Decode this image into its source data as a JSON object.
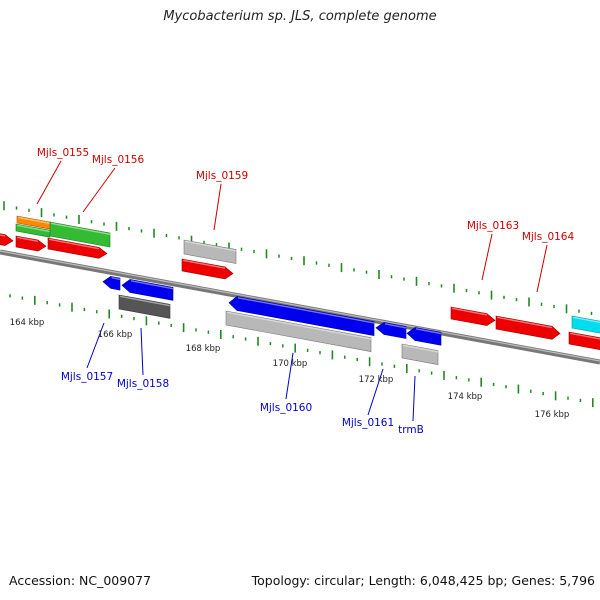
{
  "title": "Mycobacterium sp. JLS, complete genome",
  "footer": {
    "accession": "Accession: NC_009077",
    "summary": "Topology: circular; Length: 6,048,425 bp; Genes: 5,796"
  },
  "colors": {
    "forward_label": "#cc0000",
    "reverse_label": "#0000cc",
    "tick": "#228822",
    "red_gene": "#ee0000",
    "blue_gene": "#0000ee",
    "green_gene": "#33bb33",
    "orange_gene": "#ff8800",
    "cyan_gene": "#00ddee",
    "gray_gene": "#b8b8b8",
    "darkgray_gene": "#555555"
  },
  "axis_labels": [
    "164 kbp",
    "166 kbp",
    "168 kbp",
    "170 kbp",
    "172 kbp",
    "174 kbp",
    "176 kbp"
  ],
  "forward_labels": [
    "Mjls_0155",
    "Mjls_0156",
    "Mjls_0159",
    "Mjls_0163",
    "Mjls_0164"
  ],
  "reverse_labels": [
    "Mjls_0157",
    "Mjls_0158",
    "Mjls_0160",
    "Mjls_0161",
    "trmB"
  ]
}
